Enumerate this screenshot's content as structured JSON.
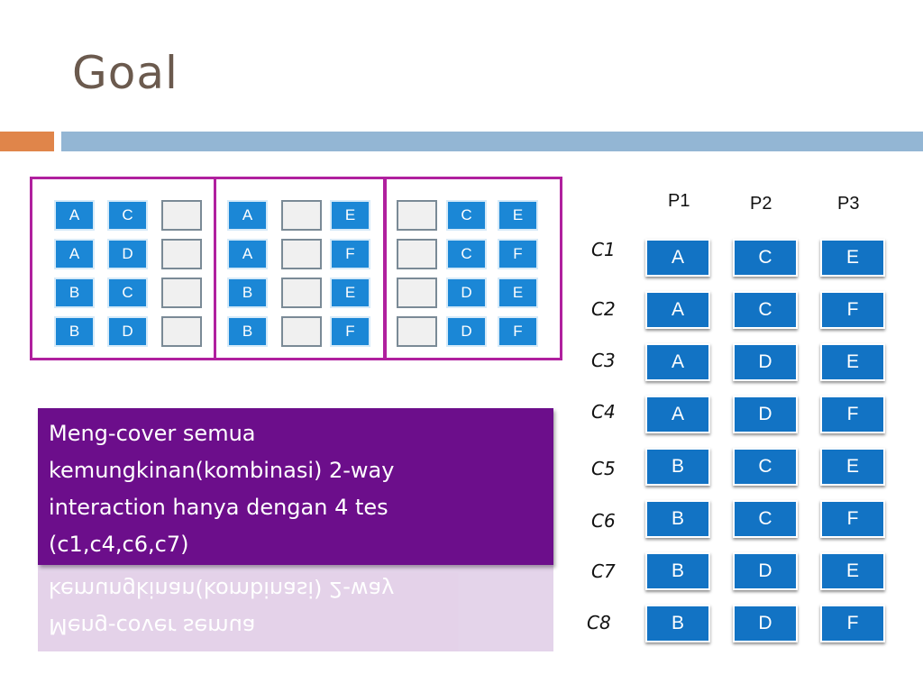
{
  "slide": {
    "title": "Goal"
  },
  "colors": {
    "accent_orange": "#e0854a",
    "accent_blue": "#93b6d4",
    "group_border": "#b0209e",
    "cell_blue": "#1b87d6",
    "callout_purple": "#6c0e8b"
  },
  "groups": [
    {
      "name": "pair-P1-P2",
      "rows": [
        [
          "A",
          "C",
          ""
        ],
        [
          "A",
          "D",
          ""
        ],
        [
          "B",
          "C",
          ""
        ],
        [
          "B",
          "D",
          ""
        ]
      ]
    },
    {
      "name": "pair-P1-P3",
      "rows": [
        [
          "A",
          "",
          "E"
        ],
        [
          "A",
          "",
          "F"
        ],
        [
          "B",
          "",
          "E"
        ],
        [
          "B",
          "",
          "F"
        ]
      ]
    },
    {
      "name": "pair-P2-P3",
      "rows": [
        [
          "",
          "C",
          "E"
        ],
        [
          "",
          "C",
          "F"
        ],
        [
          "",
          "D",
          "E"
        ],
        [
          "",
          "D",
          "F"
        ]
      ]
    }
  ],
  "table": {
    "headers": [
      "P1",
      "P2",
      "P3"
    ],
    "rows": [
      {
        "label": "C1",
        "values": [
          "A",
          "C",
          "E"
        ]
      },
      {
        "label": "C2",
        "values": [
          "A",
          "C",
          "F"
        ]
      },
      {
        "label": "C3",
        "values": [
          "A",
          "D",
          "E"
        ]
      },
      {
        "label": "C4",
        "values": [
          "A",
          "D",
          "F"
        ]
      },
      {
        "label": "C5",
        "values": [
          "B",
          "C",
          "E"
        ]
      },
      {
        "label": "C6",
        "values": [
          "B",
          "C",
          "F"
        ]
      },
      {
        "label": "C7",
        "values": [
          "B",
          "D",
          "E"
        ]
      },
      {
        "label": "C8",
        "values": [
          "B",
          "D",
          "F"
        ]
      }
    ]
  },
  "callout": {
    "lines": [
      "Meng-cover semua",
      "kemungkinan(kombinasi) 2-way",
      "interaction hanya dengan 4 tes",
      "(c1,c4,c6,c7)"
    ]
  }
}
